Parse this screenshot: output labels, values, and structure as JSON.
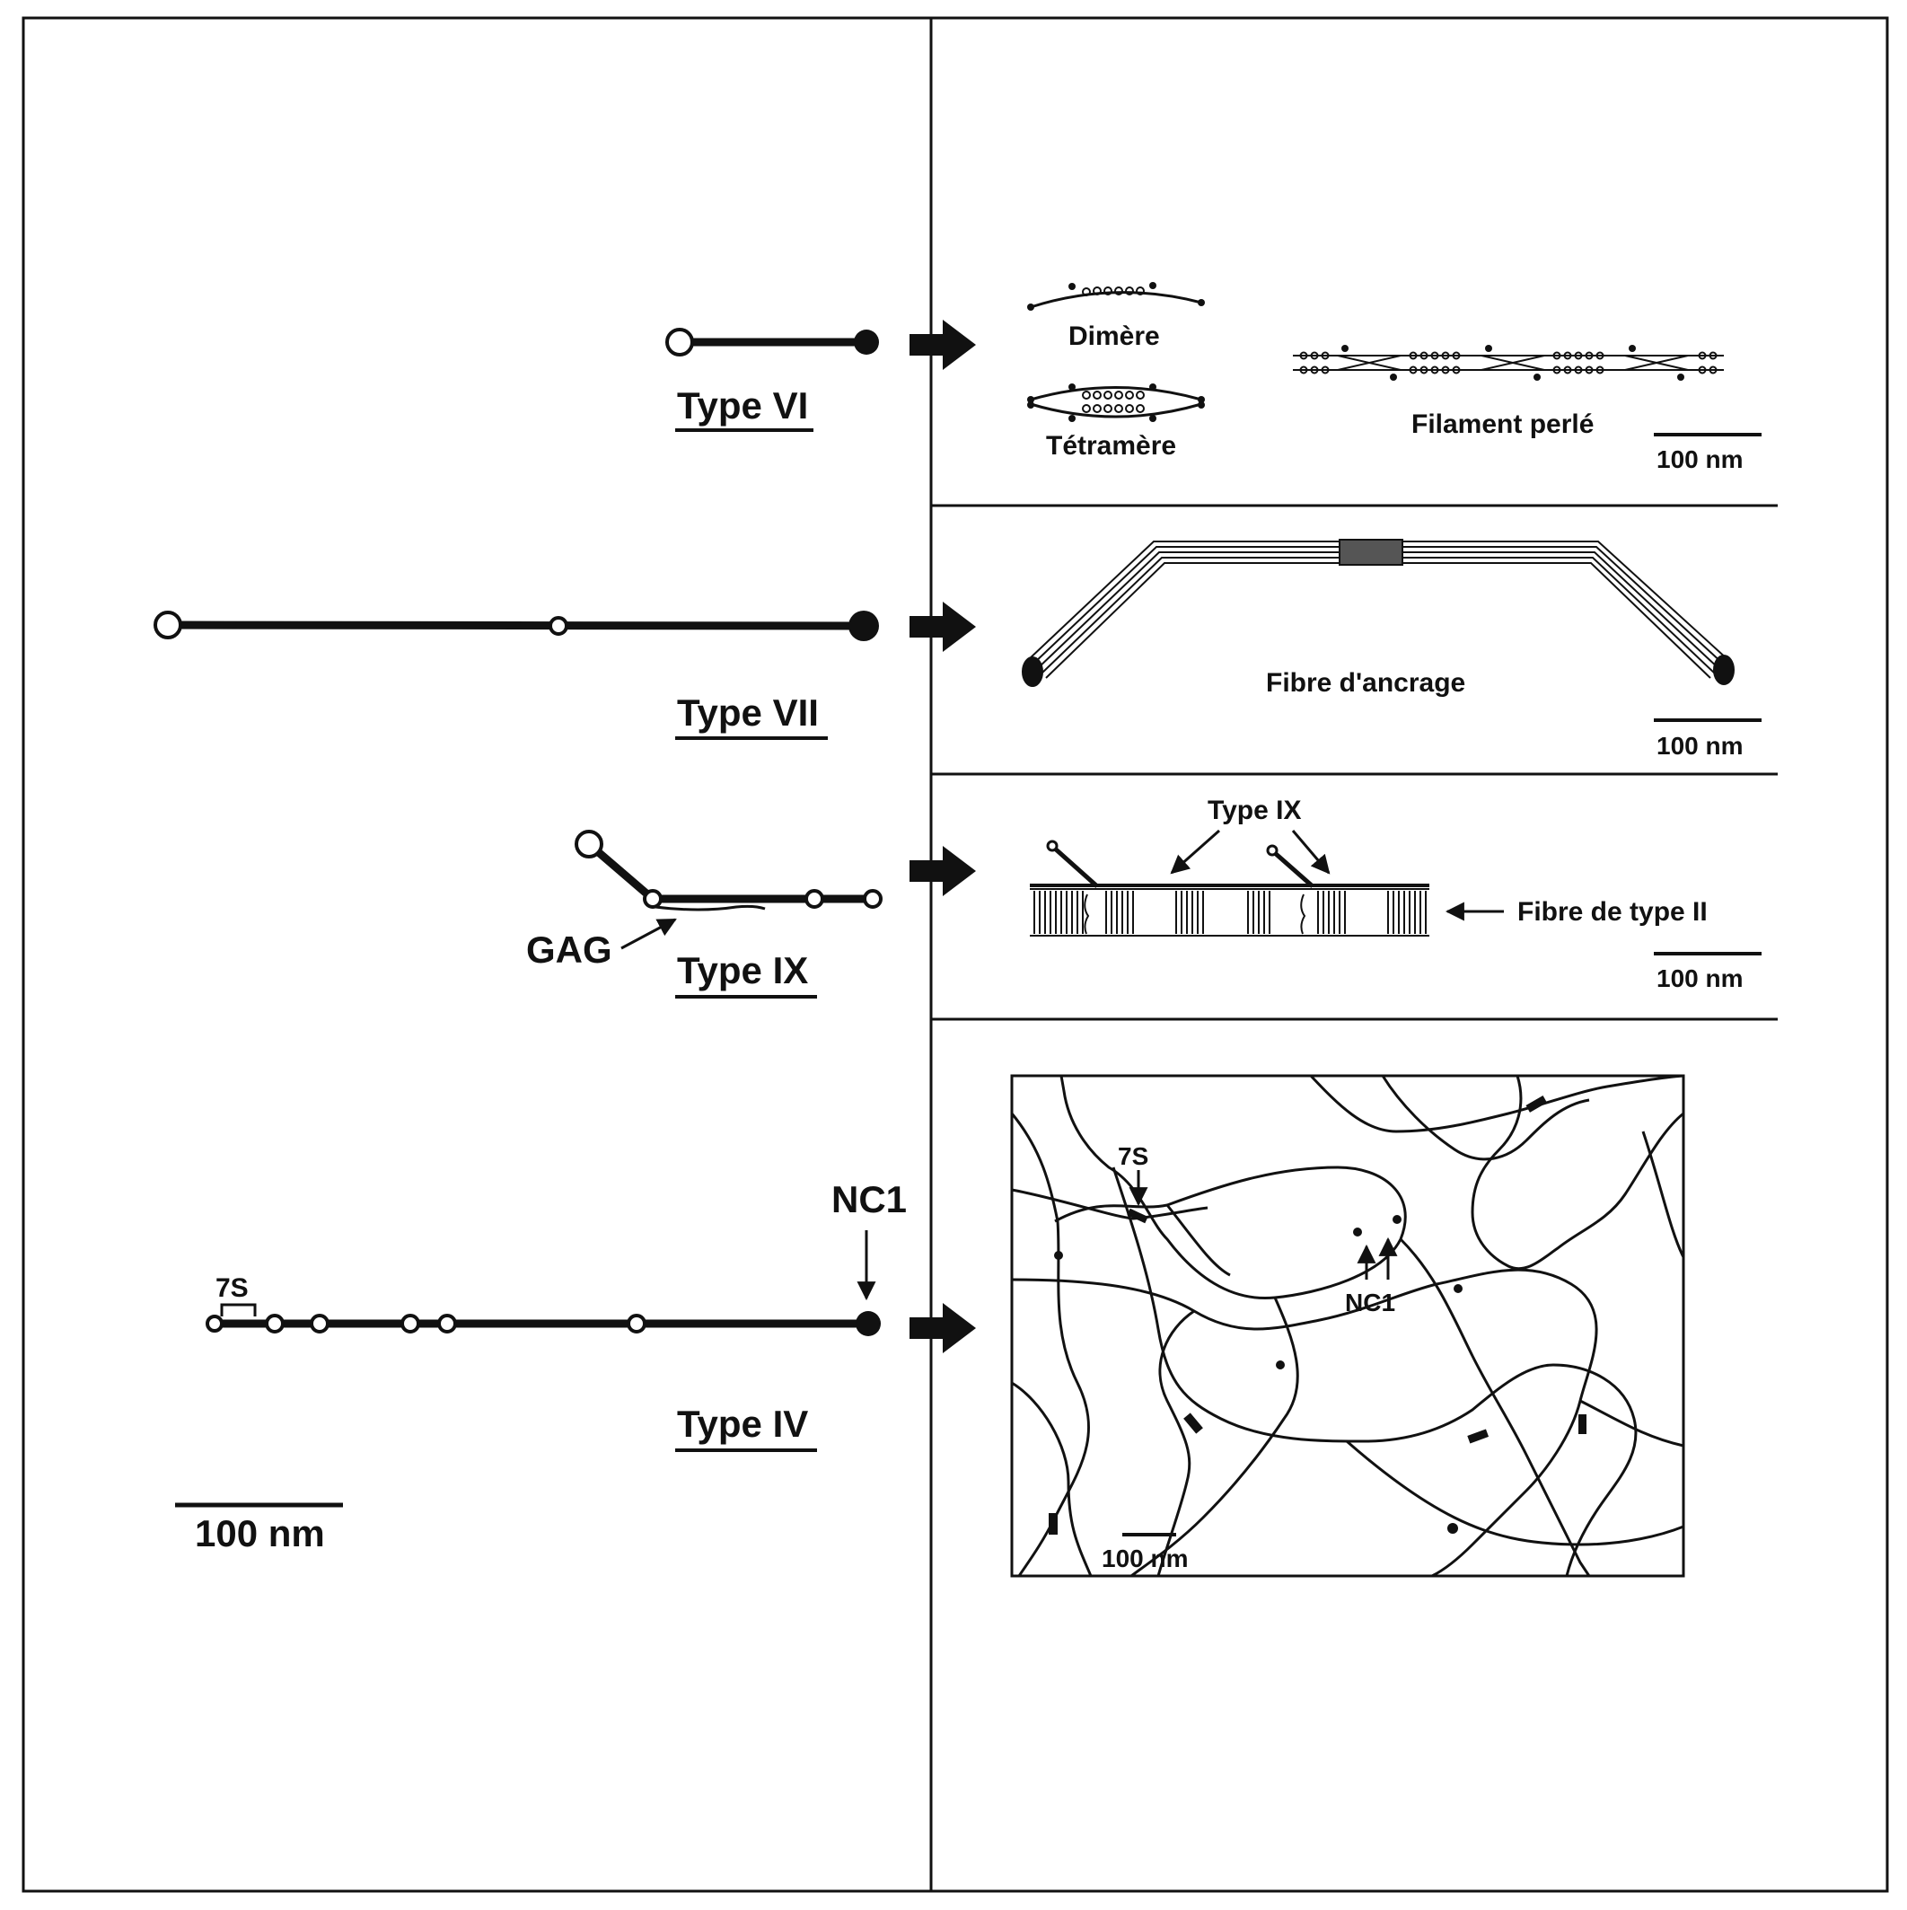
{
  "labels": {
    "type_vi": "Type VI",
    "type_vii": "Type VII",
    "type_ix": "Type IX",
    "type_iv": "Type IV",
    "gag": "GAG",
    "seven_s": "7S",
    "nc1": "NC1",
    "scale_left": "100 nm",
    "dimere": "Dimère",
    "tetramere": "Tétramère",
    "filament_perle": "Filament perlé",
    "scale_vi": "100 nm",
    "fibre_ancrage": "Fibre d'ancrage",
    "scale_vii": "100 nm",
    "type_ix_panel": "Type IX",
    "fibre_type_ii": "Fibre de type II",
    "scale_ix": "100 nm",
    "net_7s": "7S",
    "net_nc1": "NC1",
    "scale_iv": "100 nm"
  },
  "colors": {
    "ink": "#111111",
    "background": "#ffffff"
  }
}
